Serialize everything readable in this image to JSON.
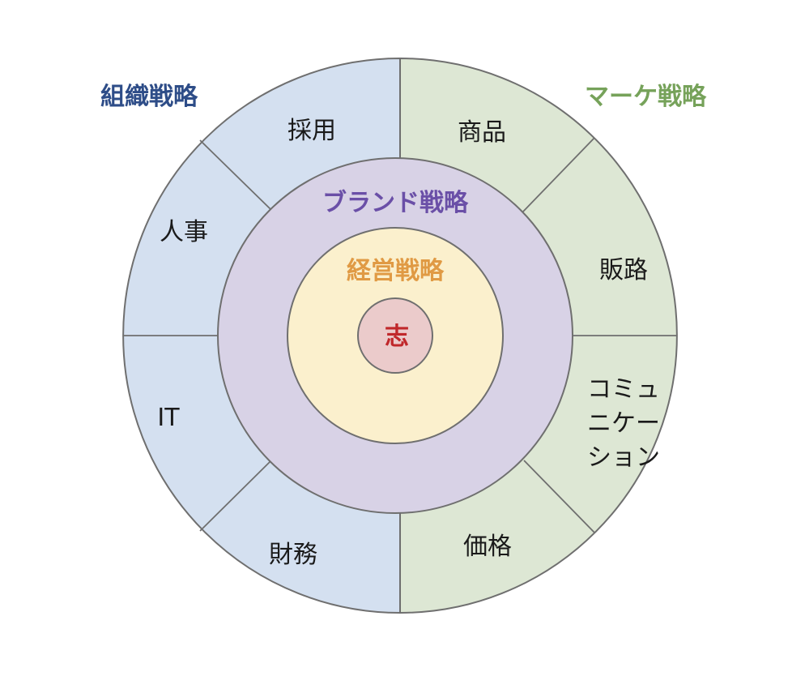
{
  "colors": {
    "org_fill": "#d4e0f0",
    "marketing_fill": "#dde7d4",
    "brand_fill": "#d8d2e6",
    "management_fill": "#fbf0cd",
    "core_fill": "#ebcbcb",
    "stroke": "#6f6f6f",
    "org_text": "#2e4d88",
    "marketing_text": "#76a25a",
    "brand_text": "#6a4fa7",
    "management_text": "#e09a44",
    "core_text": "#c0282b"
  },
  "headings": {
    "organization": "組織戦略",
    "marketing": "マーケ戦略"
  },
  "rings": {
    "brand": "ブランド戦略",
    "management": "経営戦略",
    "core": "志"
  },
  "organization_segments": {
    "hiring": "採用",
    "hr": "人事",
    "it": "IT",
    "finance": "財務"
  },
  "marketing_segments": {
    "product": "商品",
    "channel": "販路",
    "communication": [
      "コミュ",
      "ニケー",
      "ション"
    ],
    "price": "価格"
  }
}
